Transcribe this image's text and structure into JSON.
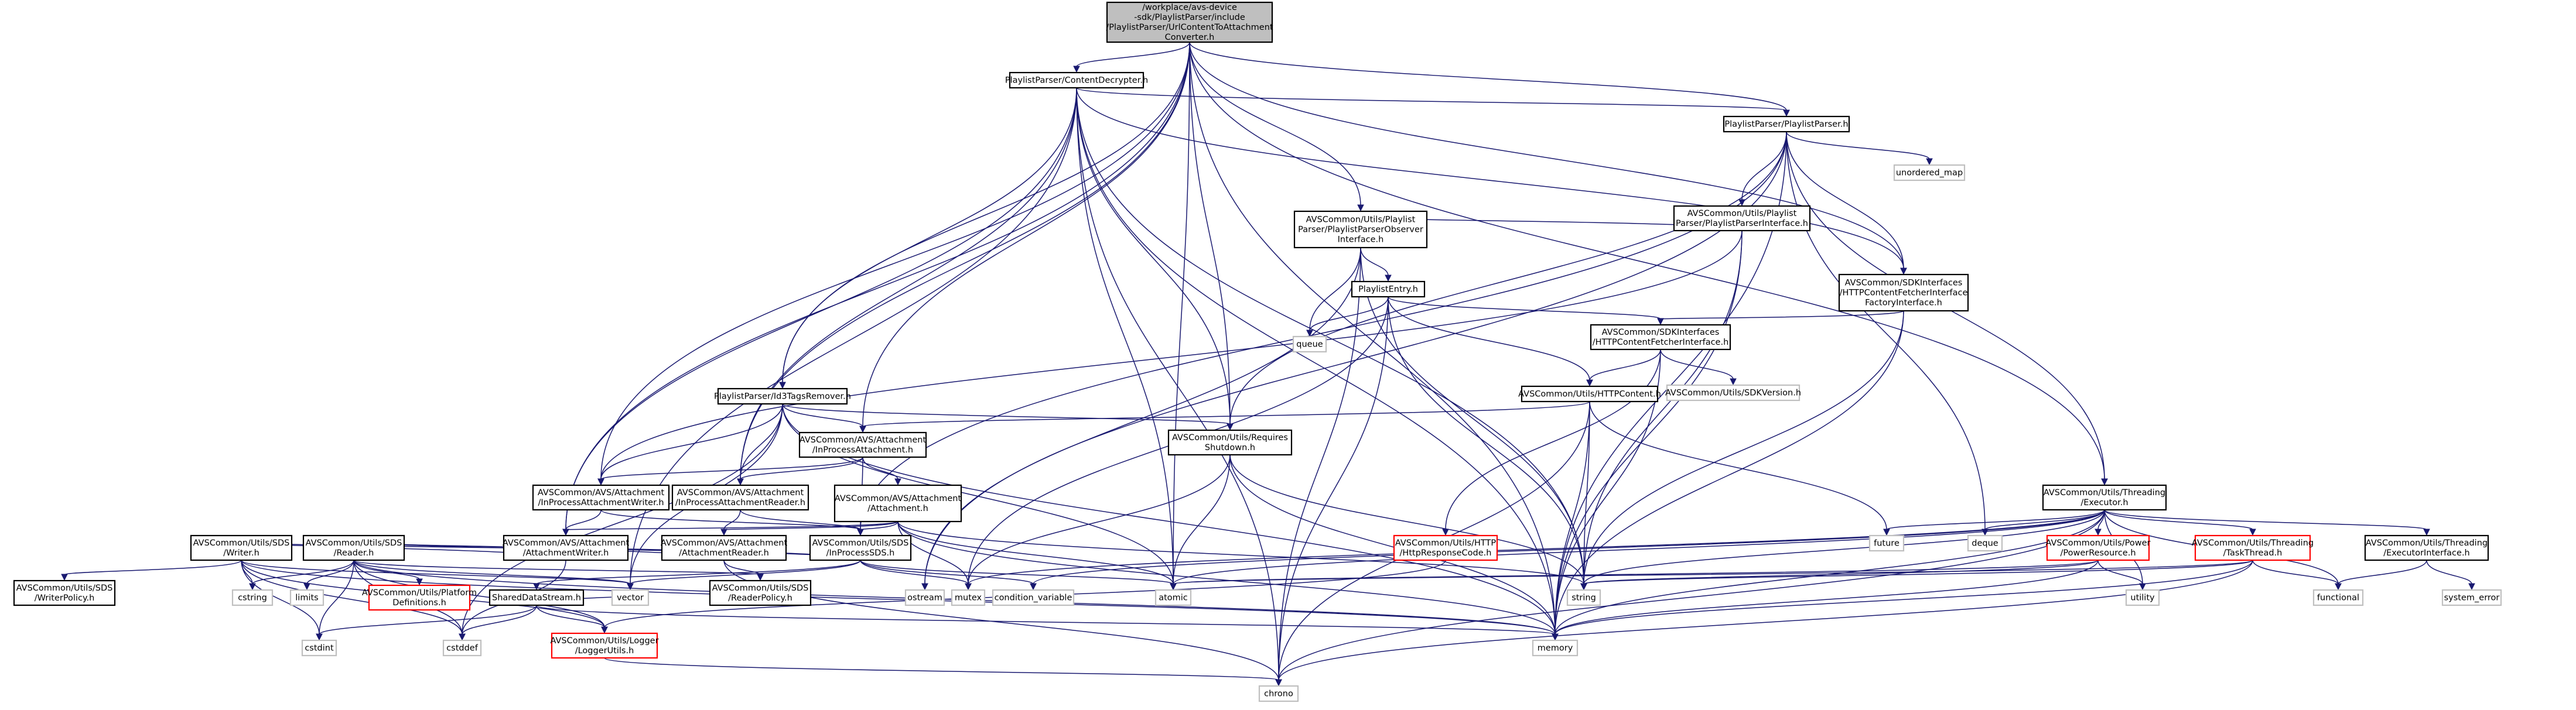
{
  "diagram": {
    "colors": {
      "edge": "#191970",
      "node_border": "#000000",
      "node_fill": "#ffffff",
      "root_fill": "#bfbfbf",
      "missing_border": "#ff0000"
    },
    "nodes": [
      {
        "id": "root",
        "kind": "root",
        "lines": [
          "/workplace/avs-device",
          "-sdk/PlaylistParser/include",
          "/PlaylistParser/UrlContentToAttachment",
          "Converter.h"
        ]
      },
      {
        "id": "content_decrypter",
        "kind": "normal",
        "lines": [
          "PlaylistParser/ContentDecrypter.h"
        ]
      },
      {
        "id": "playlist_parser_h",
        "kind": "normal",
        "lines": [
          "PlaylistParser/PlaylistParser.h"
        ]
      },
      {
        "id": "unordered_map",
        "kind": "missing",
        "lines": [
          "unordered_map"
        ]
      },
      {
        "id": "pp_interface",
        "kind": "normal",
        "lines": [
          "AVSCommon/Utils/Playlist",
          "Parser/PlaylistParserInterface.h"
        ]
      },
      {
        "id": "pp_observer",
        "kind": "normal",
        "lines": [
          "AVSCommon/Utils/Playlist",
          "Parser/PlaylistParserObserver",
          "Interface.h"
        ]
      },
      {
        "id": "http_factory",
        "kind": "normal",
        "lines": [
          "AVSCommon/SDKInterfaces",
          "/HTTPContentFetcherInterface",
          "FactoryInterface.h"
        ]
      },
      {
        "id": "playlist_entry",
        "kind": "normal",
        "lines": [
          "PlaylistEntry.h"
        ]
      },
      {
        "id": "queue",
        "kind": "missing",
        "lines": [
          "queue"
        ]
      },
      {
        "id": "http_fetcher",
        "kind": "normal",
        "lines": [
          "AVSCommon/SDKInterfaces",
          "/HTTPContentFetcherInterface.h"
        ]
      },
      {
        "id": "sdk_version",
        "kind": "missing",
        "lines": [
          "AVSCommon/Utils/SDKVersion.h"
        ]
      },
      {
        "id": "id3_remover",
        "kind": "normal",
        "lines": [
          "PlaylistParser/Id3TagsRemover.h"
        ]
      },
      {
        "id": "http_content",
        "kind": "normal",
        "lines": [
          "AVSCommon/Utils/HTTPContent.h"
        ]
      },
      {
        "id": "inproc_attachment",
        "kind": "normal",
        "lines": [
          "AVSCommon/AVS/Attachment",
          "/InProcessAttachment.h"
        ]
      },
      {
        "id": "requires_shutdown",
        "kind": "normal",
        "lines": [
          "AVSCommon/Utils/Requires",
          "Shutdown.h"
        ]
      },
      {
        "id": "executor",
        "kind": "normal",
        "lines": [
          "AVSCommon/Utils/Threading",
          "/Executor.h"
        ]
      },
      {
        "id": "inproc_writer",
        "kind": "normal",
        "lines": [
          "AVSCommon/AVS/Attachment",
          "/InProcessAttachmentWriter.h"
        ]
      },
      {
        "id": "inproc_reader",
        "kind": "normal",
        "lines": [
          "AVSCommon/AVS/Attachment",
          "/InProcessAttachmentReader.h"
        ]
      },
      {
        "id": "attachment_h",
        "kind": "normal",
        "lines": [
          "AVSCommon/AVS/Attachment",
          "/Attachment.h"
        ]
      },
      {
        "id": "sds_writer",
        "kind": "normal",
        "lines": [
          "AVSCommon/Utils/SDS",
          "/Writer.h"
        ]
      },
      {
        "id": "sds_reader",
        "kind": "normal",
        "lines": [
          "AVSCommon/Utils/SDS",
          "/Reader.h"
        ]
      },
      {
        "id": "attachment_writer",
        "kind": "normal",
        "lines": [
          "AVSCommon/AVS/Attachment",
          "/AttachmentWriter.h"
        ]
      },
      {
        "id": "attachment_reader",
        "kind": "normal",
        "lines": [
          "AVSCommon/AVS/Attachment",
          "/AttachmentReader.h"
        ]
      },
      {
        "id": "inproc_sds",
        "kind": "normal",
        "lines": [
          "AVSCommon/Utils/SDS",
          "/InProcessSDS.h"
        ]
      },
      {
        "id": "http_response",
        "kind": "missing",
        "lines": [
          "AVSCommon/Utils/HTTP",
          "/HttpResponseCode.h"
        ]
      },
      {
        "id": "future",
        "kind": "missing",
        "lines": [
          "future"
        ]
      },
      {
        "id": "deque",
        "kind": "missing",
        "lines": [
          "deque"
        ]
      },
      {
        "id": "power_resource",
        "kind": "missing",
        "lines": [
          "AVSCommon/Utils/Power",
          "/PowerResource.h"
        ]
      },
      {
        "id": "task_thread",
        "kind": "missing",
        "lines": [
          "AVSCommon/Utils/Threading",
          "/TaskThread.h"
        ]
      },
      {
        "id": "executor_interface",
        "kind": "normal",
        "lines": [
          "AVSCommon/Utils/Threading",
          "/ExecutorInterface.h"
        ]
      },
      {
        "id": "writer_policy",
        "kind": "normal",
        "lines": [
          "AVSCommon/Utils/SDS",
          "/WriterPolicy.h"
        ]
      },
      {
        "id": "platform_defs",
        "kind": "missing",
        "lines": [
          "AVSCommon/Utils/Platform",
          "Definitions.h"
        ]
      },
      {
        "id": "shared_data_stream",
        "kind": "normal",
        "lines": [
          "SharedDataStream.h"
        ]
      },
      {
        "id": "reader_policy",
        "kind": "normal",
        "lines": [
          "AVSCommon/Utils/SDS",
          "/ReaderPolicy.h"
        ]
      },
      {
        "id": "cstring",
        "kind": "missing",
        "lines": [
          "cstring"
        ]
      },
      {
        "id": "limits",
        "kind": "missing",
        "lines": [
          "limits"
        ]
      },
      {
        "id": "vector",
        "kind": "missing",
        "lines": [
          "vector"
        ]
      },
      {
        "id": "ostream",
        "kind": "missing",
        "lines": [
          "ostream"
        ]
      },
      {
        "id": "mutex",
        "kind": "missing",
        "lines": [
          "mutex"
        ]
      },
      {
        "id": "condition_variable",
        "kind": "missing",
        "lines": [
          "condition_variable"
        ]
      },
      {
        "id": "atomic",
        "kind": "missing",
        "lines": [
          "atomic"
        ]
      },
      {
        "id": "string",
        "kind": "missing",
        "lines": [
          "string"
        ]
      },
      {
        "id": "utility",
        "kind": "missing",
        "lines": [
          "utility"
        ]
      },
      {
        "id": "functional",
        "kind": "missing",
        "lines": [
          "functional"
        ]
      },
      {
        "id": "system_error",
        "kind": "missing",
        "lines": [
          "system_error"
        ]
      },
      {
        "id": "cstdint",
        "kind": "missing",
        "lines": [
          "cstdint"
        ]
      },
      {
        "id": "cstddef",
        "kind": "missing",
        "lines": [
          "cstddef"
        ]
      },
      {
        "id": "logger_utils",
        "kind": "missing",
        "lines": [
          "AVSCommon/Utils/Logger",
          "/LoggerUtils.h"
        ]
      },
      {
        "id": "memory",
        "kind": "missing",
        "lines": [
          "memory"
        ]
      },
      {
        "id": "chrono",
        "kind": "missing",
        "lines": [
          "chrono"
        ]
      }
    ],
    "edges": [
      [
        "root",
        "content_decrypter"
      ],
      [
        "root",
        "playlist_parser_h"
      ],
      [
        "root",
        "pp_observer"
      ],
      [
        "root",
        "http_factory"
      ],
      [
        "root",
        "id3_remover"
      ],
      [
        "root",
        "inproc_attachment"
      ],
      [
        "root",
        "requires_shutdown"
      ],
      [
        "root",
        "executor"
      ],
      [
        "root",
        "inproc_writer"
      ],
      [
        "root",
        "inproc_reader"
      ],
      [
        "root",
        "attachment_writer"
      ],
      [
        "root",
        "atomic"
      ],
      [
        "root",
        "memory"
      ],
      [
        "content_decrypter",
        "playlist_parser_h"
      ],
      [
        "content_decrypter",
        "id3_remover"
      ],
      [
        "content_decrypter",
        "requires_shutdown"
      ],
      [
        "content_decrypter",
        "http_factory"
      ],
      [
        "content_decrypter",
        "inproc_reader"
      ],
      [
        "content_decrypter",
        "attachment_writer"
      ],
      [
        "content_decrypter",
        "vector"
      ],
      [
        "content_decrypter",
        "atomic"
      ],
      [
        "content_decrypter",
        "string"
      ],
      [
        "content_decrypter",
        "memory"
      ],
      [
        "content_decrypter",
        "chrono"
      ],
      [
        "playlist_parser_h",
        "unordered_map"
      ],
      [
        "playlist_parser_h",
        "pp_interface"
      ],
      [
        "playlist_parser_h",
        "http_factory"
      ],
      [
        "playlist_parser_h",
        "executor"
      ],
      [
        "playlist_parser_h",
        "requires_shutdown"
      ],
      [
        "playlist_parser_h",
        "deque"
      ],
      [
        "playlist_parser_h",
        "memory"
      ],
      [
        "playlist_parser_h",
        "inproc_sds"
      ],
      [
        "playlist_parser_h",
        "ostream"
      ],
      [
        "pp_interface",
        "pp_observer"
      ],
      [
        "pp_interface",
        "string"
      ],
      [
        "pp_interface",
        "memory"
      ],
      [
        "pp_interface",
        "inproc_writer"
      ],
      [
        "pp_observer",
        "playlist_entry"
      ],
      [
        "pp_observer",
        "queue"
      ],
      [
        "pp_observer",
        "string"
      ],
      [
        "pp_observer",
        "chrono"
      ],
      [
        "pp_observer",
        "ostream"
      ],
      [
        "http_factory",
        "http_fetcher"
      ],
      [
        "http_factory",
        "string"
      ],
      [
        "http_factory",
        "memory"
      ],
      [
        "playlist_entry",
        "queue"
      ],
      [
        "playlist_entry",
        "http_fetcher"
      ],
      [
        "playlist_entry",
        "http_content"
      ],
      [
        "playlist_entry",
        "string"
      ],
      [
        "playlist_entry",
        "chrono"
      ],
      [
        "playlist_entry",
        "mutex"
      ],
      [
        "http_fetcher",
        "http_content"
      ],
      [
        "http_fetcher",
        "sdk_version"
      ],
      [
        "http_fetcher",
        "http_response"
      ],
      [
        "http_fetcher",
        "memory"
      ],
      [
        "http_content",
        "inproc_attachment"
      ],
      [
        "http_content",
        "future"
      ],
      [
        "http_content",
        "string"
      ],
      [
        "http_content",
        "memory"
      ],
      [
        "http_content",
        "chrono"
      ],
      [
        "id3_remover",
        "inproc_attachment"
      ],
      [
        "id3_remover",
        "inproc_writer"
      ],
      [
        "id3_remover",
        "inproc_reader"
      ],
      [
        "id3_remover",
        "requires_shutdown"
      ],
      [
        "id3_remover",
        "atomic"
      ],
      [
        "id3_remover",
        "cstddef"
      ],
      [
        "id3_remover",
        "vector"
      ],
      [
        "id3_remover",
        "memory"
      ],
      [
        "inproc_attachment",
        "inproc_writer"
      ],
      [
        "inproc_attachment",
        "inproc_reader"
      ],
      [
        "inproc_attachment",
        "attachment_h"
      ],
      [
        "inproc_attachment",
        "inproc_sds"
      ],
      [
        "requires_shutdown",
        "string"
      ],
      [
        "requires_shutdown",
        "mutex"
      ],
      [
        "requires_shutdown",
        "memory"
      ],
      [
        "requires_shutdown",
        "atomic"
      ],
      [
        "executor",
        "future"
      ],
      [
        "executor",
        "deque"
      ],
      [
        "executor",
        "power_resource"
      ],
      [
        "executor",
        "task_thread"
      ],
      [
        "executor",
        "executor_interface"
      ],
      [
        "executor",
        "utility"
      ],
      [
        "executor",
        "functional"
      ],
      [
        "executor",
        "mutex"
      ],
      [
        "executor",
        "condition_variable"
      ],
      [
        "executor",
        "atomic"
      ],
      [
        "executor",
        "memory"
      ],
      [
        "executor",
        "chrono"
      ],
      [
        "executor",
        "string"
      ],
      [
        "inproc_writer",
        "attachment_writer"
      ],
      [
        "inproc_writer",
        "inproc_sds"
      ],
      [
        "inproc_reader",
        "attachment_reader"
      ],
      [
        "inproc_reader",
        "inproc_sds"
      ],
      [
        "attachment_h",
        "attachment_writer"
      ],
      [
        "attachment_h",
        "attachment_reader"
      ],
      [
        "attachment_h",
        "inproc_sds"
      ],
      [
        "attachment_h",
        "string"
      ],
      [
        "attachment_h",
        "atomic"
      ],
      [
        "attachment_h",
        "mutex"
      ],
      [
        "attachment_h",
        "memory"
      ],
      [
        "sds_writer",
        "writer_policy"
      ],
      [
        "sds_writer",
        "logger_utils"
      ],
      [
        "sds_writer",
        "cstring"
      ],
      [
        "sds_writer",
        "vector"
      ],
      [
        "sds_writer",
        "cstdint"
      ],
      [
        "sds_writer",
        "cstddef"
      ],
      [
        "sds_writer",
        "memory"
      ],
      [
        "sds_reader",
        "platform_defs"
      ],
      [
        "sds_reader",
        "reader_policy"
      ],
      [
        "sds_reader",
        "logger_utils"
      ],
      [
        "sds_reader",
        "cstring"
      ],
      [
        "sds_reader",
        "limits"
      ],
      [
        "sds_reader",
        "vector"
      ],
      [
        "sds_reader",
        "cstdint"
      ],
      [
        "sds_reader",
        "cstddef"
      ],
      [
        "sds_reader",
        "memory"
      ],
      [
        "attachment_writer",
        "sds_writer"
      ],
      [
        "attachment_writer",
        "cstddef"
      ],
      [
        "attachment_reader",
        "sds_reader"
      ],
      [
        "attachment_reader",
        "reader_policy"
      ],
      [
        "attachment_reader",
        "chrono"
      ],
      [
        "inproc_sds",
        "sds_writer"
      ],
      [
        "inproc_sds",
        "sds_reader"
      ],
      [
        "inproc_sds",
        "shared_data_stream"
      ],
      [
        "inproc_sds",
        "mutex"
      ],
      [
        "inproc_sds",
        "condition_variable"
      ],
      [
        "inproc_sds",
        "vector"
      ],
      [
        "inproc_sds",
        "atomic"
      ],
      [
        "shared_data_stream",
        "vector"
      ],
      [
        "shared_data_stream",
        "cstdint"
      ],
      [
        "shared_data_stream",
        "cstddef"
      ],
      [
        "shared_data_stream",
        "logger_utils"
      ],
      [
        "shared_data_stream",
        "memory"
      ],
      [
        "http_response",
        "logger_utils"
      ],
      [
        "power_resource",
        "string"
      ],
      [
        "power_resource",
        "memory"
      ],
      [
        "power_resource",
        "utility"
      ],
      [
        "power_resource",
        "atomic"
      ],
      [
        "task_thread",
        "atomic"
      ],
      [
        "task_thread",
        "string"
      ],
      [
        "task_thread",
        "functional"
      ],
      [
        "task_thread",
        "memory"
      ],
      [
        "task_thread",
        "chrono"
      ],
      [
        "executor_interface",
        "functional"
      ],
      [
        "executor_interface",
        "system_error"
      ],
      [
        "logger_utils",
        "chrono"
      ]
    ]
  }
}
